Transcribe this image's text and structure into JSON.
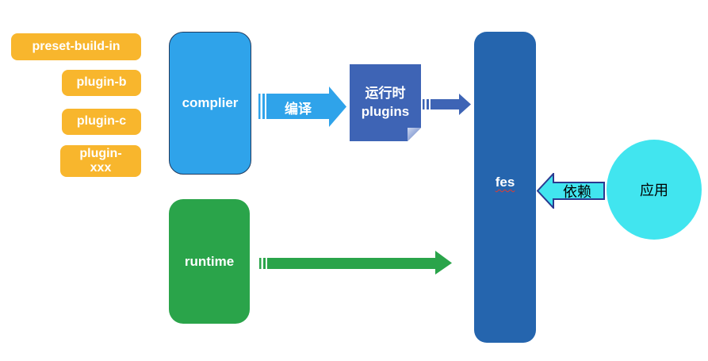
{
  "diagram": {
    "badges": [
      {
        "label": "preset-build-in"
      },
      {
        "label": "plugin-b"
      },
      {
        "label": "plugin-c"
      },
      {
        "label": "plugin-\nxxx"
      }
    ],
    "complier": {
      "label": "complier"
    },
    "runtime": {
      "label": "runtime"
    },
    "compile_arrow": {
      "label": "编译"
    },
    "runtime_plugins_note": {
      "label": "运行时\nplugins"
    },
    "fes": {
      "label": "fes"
    },
    "depend_arrow": {
      "label": "依赖"
    },
    "app": {
      "label": "应用"
    },
    "colors": {
      "badge_orange": "#F8B62D",
      "light_blue": "#2FA3EA",
      "medium_blue": "#3E64B5",
      "fes_blue": "#2565AE",
      "green": "#2AA44A",
      "cyan": "#41E5EF",
      "depend_border_navy": "#2B3990",
      "squiggle_red": "#E03C31",
      "background": "#FFFFFF"
    }
  }
}
